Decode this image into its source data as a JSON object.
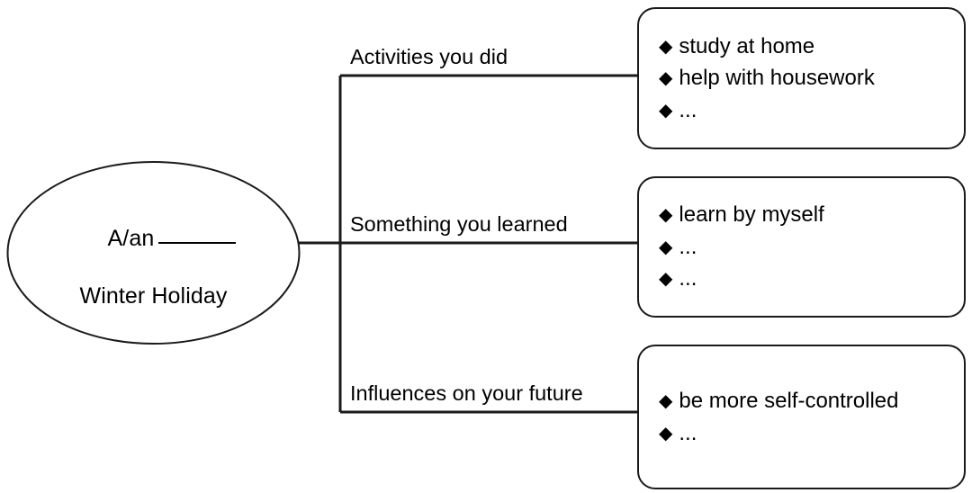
{
  "diagram": {
    "type": "mind-map",
    "topic": {
      "line_1_prefix": "A/an",
      "line_1_blank": "______",
      "line_2": "Winter Holiday"
    },
    "branches": [
      {
        "label": "Activities you did",
        "items": [
          {
            "bullet": "diamond-bullet-icon",
            "text": "study at home"
          },
          {
            "bullet": "diamond-bullet-icon",
            "text": "help with housework"
          },
          {
            "bullet": "diamond-bullet-icon",
            "text": "..."
          }
        ]
      },
      {
        "label": "Something you learned",
        "items": [
          {
            "bullet": "diamond-bullet-icon",
            "text": "learn by myself"
          },
          {
            "bullet": "diamond-bullet-icon",
            "text": "..."
          },
          {
            "bullet": "diamond-bullet-icon",
            "text": "..."
          }
        ]
      },
      {
        "label": "Influences on your future",
        "items": [
          {
            "bullet": "diamond-bullet-icon",
            "text": "be more self-controlled"
          },
          {
            "bullet": "diamond-bullet-icon",
            "text": "..."
          }
        ]
      }
    ],
    "bullet_glyph": "◆",
    "colors": {
      "background": "#ffffff",
      "stroke": "#1a1a1a",
      "text": "#000000"
    }
  }
}
